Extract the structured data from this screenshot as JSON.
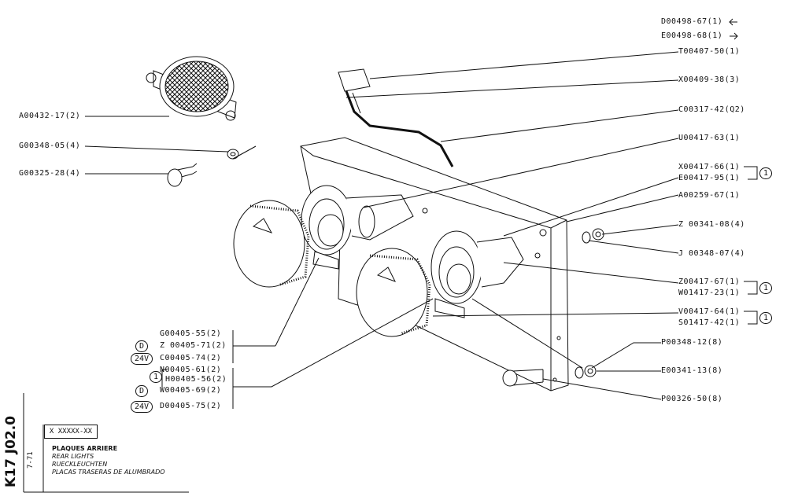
{
  "labels_right": [
    {
      "id": "d00498",
      "text": "D00498-67(1)"
    },
    {
      "id": "e00498",
      "text": "E00498-68(1)"
    },
    {
      "id": "t00407",
      "text": "T00407-50(1)"
    },
    {
      "id": "x00409",
      "text": "X00409-38(3)"
    },
    {
      "id": "c00317",
      "text": "C00317-42(Q2)"
    },
    {
      "id": "u00417",
      "text": "U00417-63(1)"
    },
    {
      "id": "x00417",
      "text": "X00417-66(1)"
    },
    {
      "id": "e00417",
      "text": "E00417-95(1)"
    },
    {
      "id": "a00259",
      "text": "A00259-67(1)"
    },
    {
      "id": "z00341",
      "text": "Z 00341-08(4)"
    },
    {
      "id": "j00348",
      "text": "J 00348-07(4)"
    },
    {
      "id": "z00417",
      "text": "Z00417-67(1)"
    },
    {
      "id": "w01417",
      "text": "W01417-23(1)"
    },
    {
      "id": "v00417",
      "text": "V00417-64(1)"
    },
    {
      "id": "s01417",
      "text": "S01417-42(1)"
    },
    {
      "id": "p00348",
      "text": "P00348-12(8)"
    },
    {
      "id": "e00341",
      "text": "E00341-13(8)"
    },
    {
      "id": "p00326",
      "text": "P00326-50(8)"
    }
  ],
  "labels_left": [
    {
      "id": "a00432",
      "text": "A00432-17(2)"
    },
    {
      "id": "g00348",
      "text": "G00348-05(4)"
    },
    {
      "id": "g00325",
      "text": "G00325-28(4)"
    },
    {
      "id": "g00405",
      "text": "G00405-55(2)"
    },
    {
      "id": "z00405",
      "text": "Z 00405-71(2)"
    },
    {
      "id": "c00405",
      "text": "C00405-74(2)"
    },
    {
      "id": "n00405",
      "text": "N00405-61(2)"
    },
    {
      "id": "h00405",
      "text": "H00405-56(2)"
    },
    {
      "id": "w00405",
      "text": "W00405-69(2)"
    },
    {
      "id": "d00405",
      "text": "D00405-75(2)"
    }
  ],
  "badges": {
    "d": "D",
    "v24": "24V",
    "one": "1"
  },
  "sheet_id": "K17 J02.0",
  "date": "7-71",
  "code_box": "X XXXXX-XX",
  "titles": [
    "PLAQUES ARRIERE",
    "REAR LIGHTS",
    "RUECKLEUCHTEN",
    "PLACAS TRASERAS DE ALUMBRADO"
  ]
}
